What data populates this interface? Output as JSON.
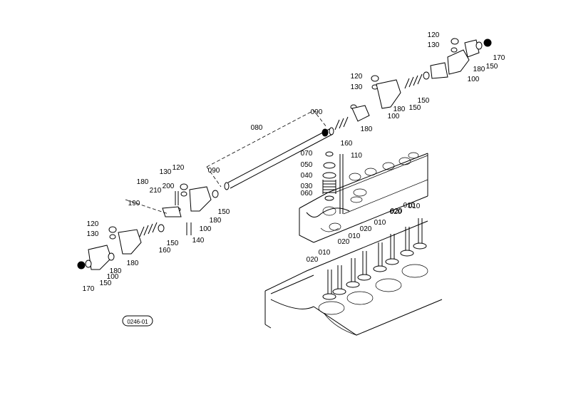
{
  "diagram": {
    "code": "0246-01",
    "labels": [
      "120",
      "130",
      "180",
      "150",
      "170",
      "100",
      "120",
      "130",
      "180",
      "150",
      "100",
      "180",
      "150",
      "160",
      "090",
      "080",
      "090",
      "070",
      "110",
      "050",
      "040",
      "030",
      "060",
      "120",
      "130",
      "200",
      "210",
      "180",
      "190",
      "100",
      "180",
      "150",
      "140",
      "160",
      "150",
      "120",
      "130",
      "180",
      "100",
      "180",
      "150",
      "170",
      "010",
      "010",
      "020",
      "020",
      "010",
      "020",
      "010",
      "020",
      "010",
      "020"
    ]
  }
}
